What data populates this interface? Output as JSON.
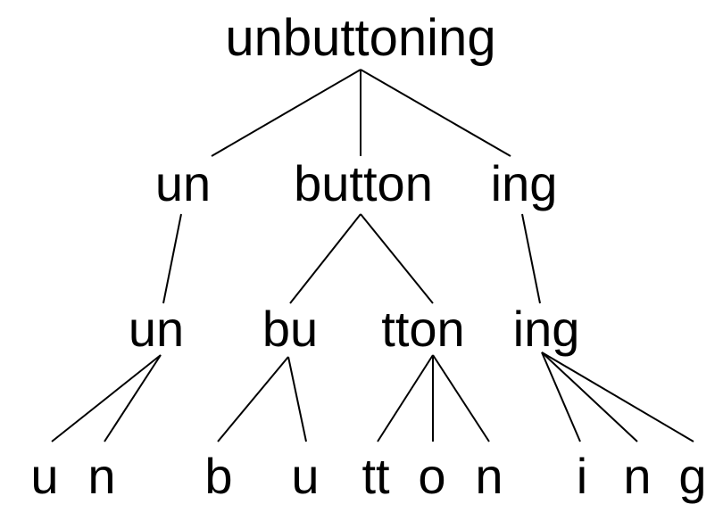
{
  "tree": {
    "root": "unbuttoning",
    "level1": [
      "un",
      "button",
      "ing"
    ],
    "level2": [
      "un",
      "bu",
      "tton",
      "ing"
    ],
    "level3": [
      "u",
      "n",
      "b",
      "u",
      "tt",
      "o",
      "n",
      "i",
      "n",
      "g"
    ]
  }
}
